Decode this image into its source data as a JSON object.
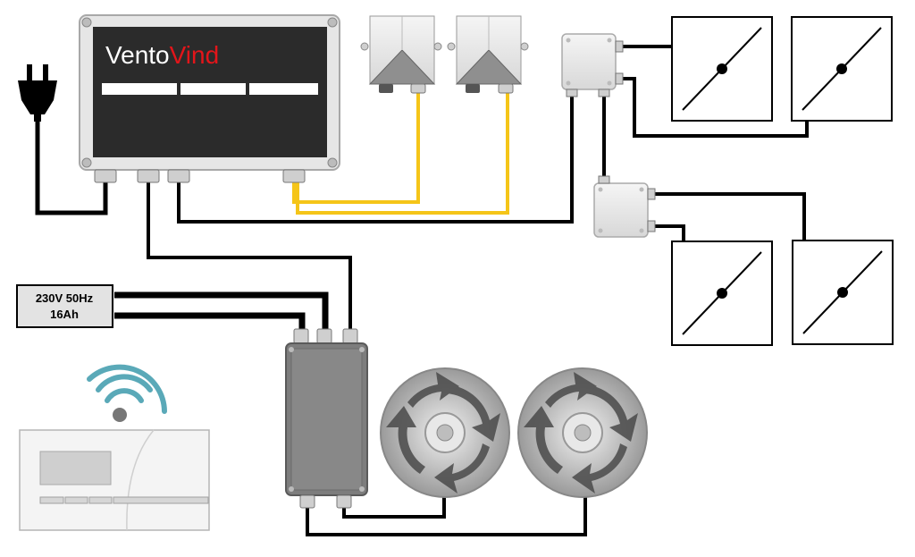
{
  "controller": {
    "brand_part1": "Vento",
    "brand_part2": "Vind"
  },
  "power_supply": {
    "line1": "230V 50Hz",
    "line2": "16Ah"
  },
  "colors": {
    "brand_white": "#ffffff",
    "brand_red": "#e3151a",
    "signal_wire": "#f5c518",
    "power_wire": "#000000",
    "wifi": "#5aa9b8",
    "controller_panel": "#2b2b2b"
  },
  "icons": {
    "plug": "power-plug-icon",
    "wifi": "wifi-signal-icon",
    "damper": "air-damper-icon",
    "fan": "fan-rotation-icon"
  }
}
